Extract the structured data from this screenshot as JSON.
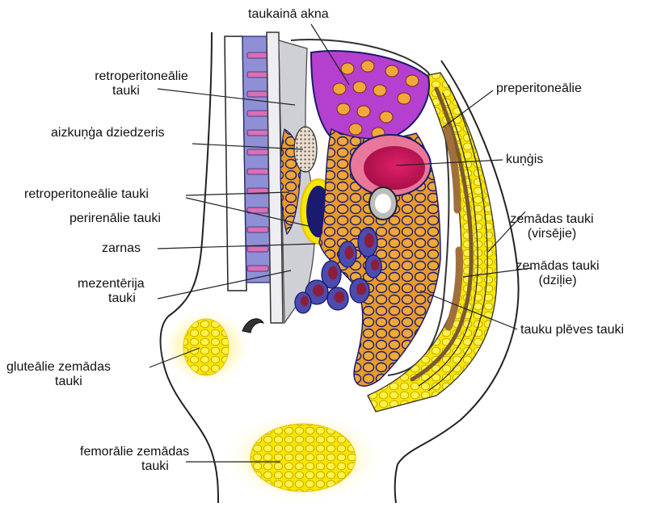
{
  "diagram": {
    "labels": {
      "visceral_fat_liver": "taukainā akna",
      "retroperitoneal_top_line1": "retroperitoneālie",
      "retroperitoneal_top_line2": "tauki",
      "pancreas": "aizkuņģa dziedzeris",
      "retroperitoneal_mid": "retroperitoneālie tauki",
      "perirenal": "perirenālie tauki",
      "intestine": "zarnas",
      "mesenteric_line1": "mezentērija",
      "mesenteric_line2": "tauki",
      "gluteal_line1": "gluteālie zemādas",
      "gluteal_line2": "tauki",
      "femoral_line1": "femorālie zemādas",
      "femoral_line2": "tauki",
      "preperitoneal": "preperitoneālie",
      "stomach": "kuņģis",
      "subcutaneous_superficial_line1": "zemādas tauki",
      "subcutaneous_superficial_line2": "(virsējie)",
      "subcutaneous_deep_line1": "zemādas tauki",
      "subcutaneous_deep_line2": "(dziļie)",
      "omental": "tauku plēves tauki"
    },
    "colors": {
      "fat_yellow": "#f7e600",
      "fat_orange": "#e89a2a",
      "liver_purple": "#b53fcf",
      "stomach_magenta": "#c8185a",
      "stomach_pink": "#e9779a",
      "kidney_navy": "#1a1a6e",
      "spine_lavender": "#8f8fd6",
      "disc_pink": "#d96fb4",
      "intestine_blue": "#4b4bb0",
      "outline": "#111111"
    }
  }
}
